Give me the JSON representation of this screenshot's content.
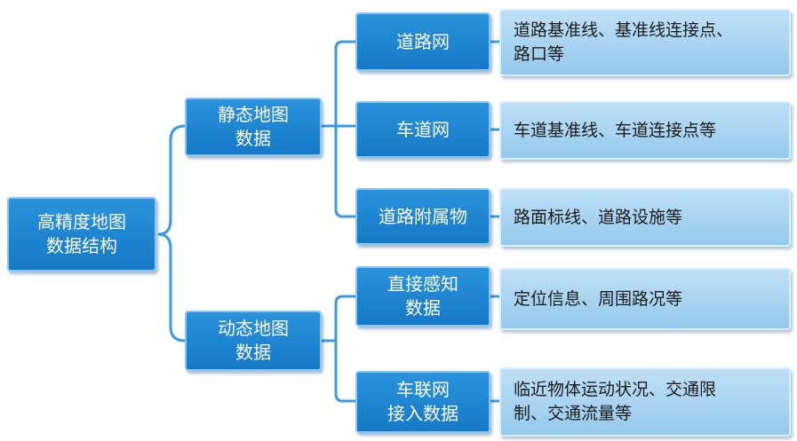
{
  "root": {
    "label": "高精度地图\n数据结构"
  },
  "branches": [
    {
      "label": "静态地图\n数据",
      "children": [
        {
          "label": "道路网",
          "desc": "道路基准线、基准线连接点、\n路口等"
        },
        {
          "label": "车道网",
          "desc": "车道基准线、车道连接点等"
        },
        {
          "label": "道路附属物",
          "desc": "路面标线、道路设施等"
        }
      ]
    },
    {
      "label": "动态地图\n数据",
      "children": [
        {
          "label": "直接感知\n数据",
          "desc": "定位信息、周围路况等"
        },
        {
          "label": "车联网\n接入数据",
          "desc": "临近物体运动状况、交通限\n制、交通流量等"
        }
      ]
    }
  ],
  "colors": {
    "node": "#1f86d4",
    "node_border": "#8ac6ee",
    "desc": "#aad4f1",
    "connector": "#3a9be0"
  }
}
